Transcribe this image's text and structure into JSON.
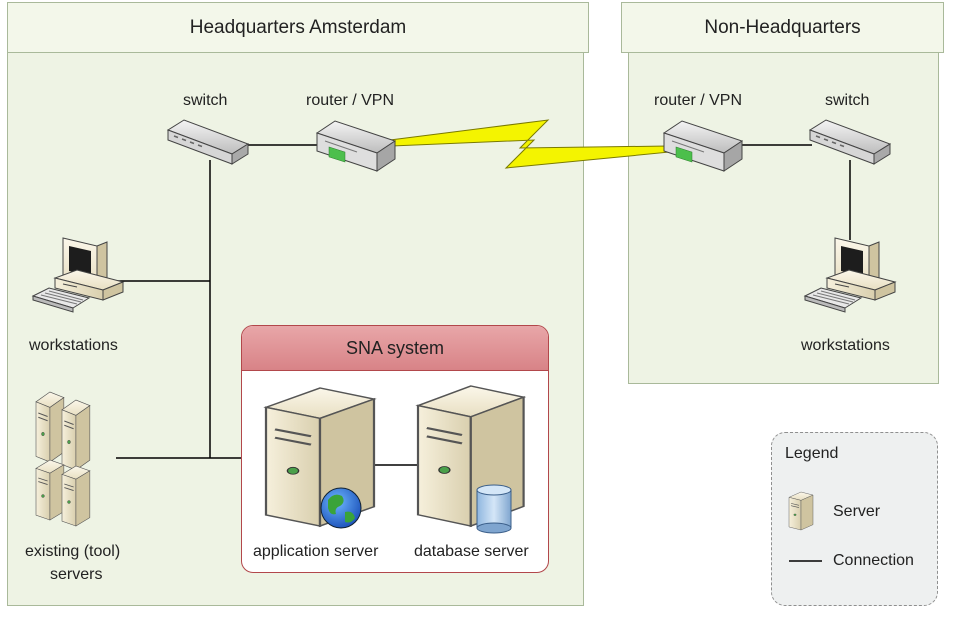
{
  "hq": {
    "title": "Headquarters Amsterdam"
  },
  "nonhq": {
    "title": "Non-Headquarters"
  },
  "hq_devices": {
    "switch": "switch",
    "router": "router / VPN",
    "workstations": "workstations",
    "servers_line1": "existing (tool)",
    "servers_line2": "servers"
  },
  "sna": {
    "title": "SNA system",
    "app_server": "application server",
    "db_server": "database server"
  },
  "nonhq_devices": {
    "router": "router / VPN",
    "switch": "switch",
    "workstations": "workstations"
  },
  "legend": {
    "title": "Legend",
    "server": "Server",
    "connection": "Connection"
  },
  "colors": {
    "zone_fill": "#eef3e4",
    "sna_header": "#d88387",
    "wan_link": "#f4f400"
  },
  "icons": [
    "switch-icon",
    "router-icon",
    "workstation-icon",
    "server-icon",
    "globe-icon",
    "database-icon",
    "lightning-link-icon"
  ]
}
